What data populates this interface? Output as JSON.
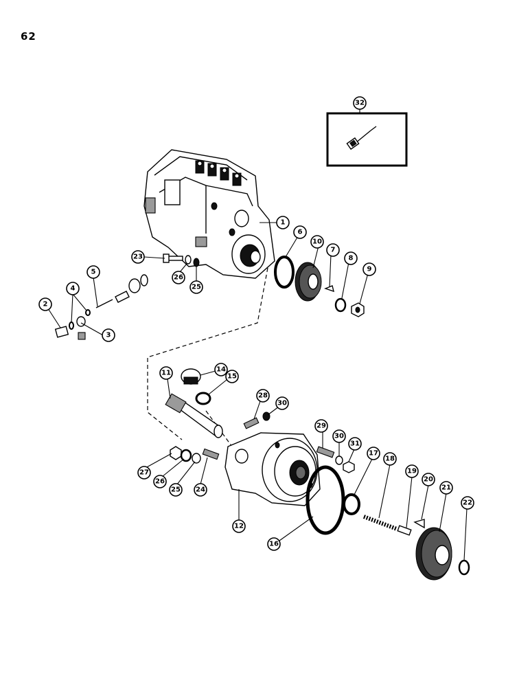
{
  "page": {
    "number": "62"
  },
  "callouts": [
    {
      "label": "1"
    },
    {
      "label": "2"
    },
    {
      "label": "3"
    },
    {
      "label": "4"
    },
    {
      "label": "5"
    },
    {
      "label": "6"
    },
    {
      "label": "7"
    },
    {
      "label": "8"
    },
    {
      "label": "9"
    },
    {
      "label": "10"
    },
    {
      "label": "11"
    },
    {
      "label": "12"
    },
    {
      "label": "14"
    },
    {
      "label": "15"
    },
    {
      "label": "16"
    },
    {
      "label": "17"
    },
    {
      "label": "18"
    },
    {
      "label": "19"
    },
    {
      "label": "20"
    },
    {
      "label": "21"
    },
    {
      "label": "22"
    },
    {
      "label": "23"
    },
    {
      "label": "24"
    },
    {
      "label": "25"
    },
    {
      "label": "25"
    },
    {
      "label": "26"
    },
    {
      "label": "26"
    },
    {
      "label": "27"
    },
    {
      "label": "28"
    },
    {
      "label": "29"
    },
    {
      "label": "30"
    },
    {
      "label": "30"
    },
    {
      "label": "31"
    },
    {
      "label": "32"
    }
  ]
}
